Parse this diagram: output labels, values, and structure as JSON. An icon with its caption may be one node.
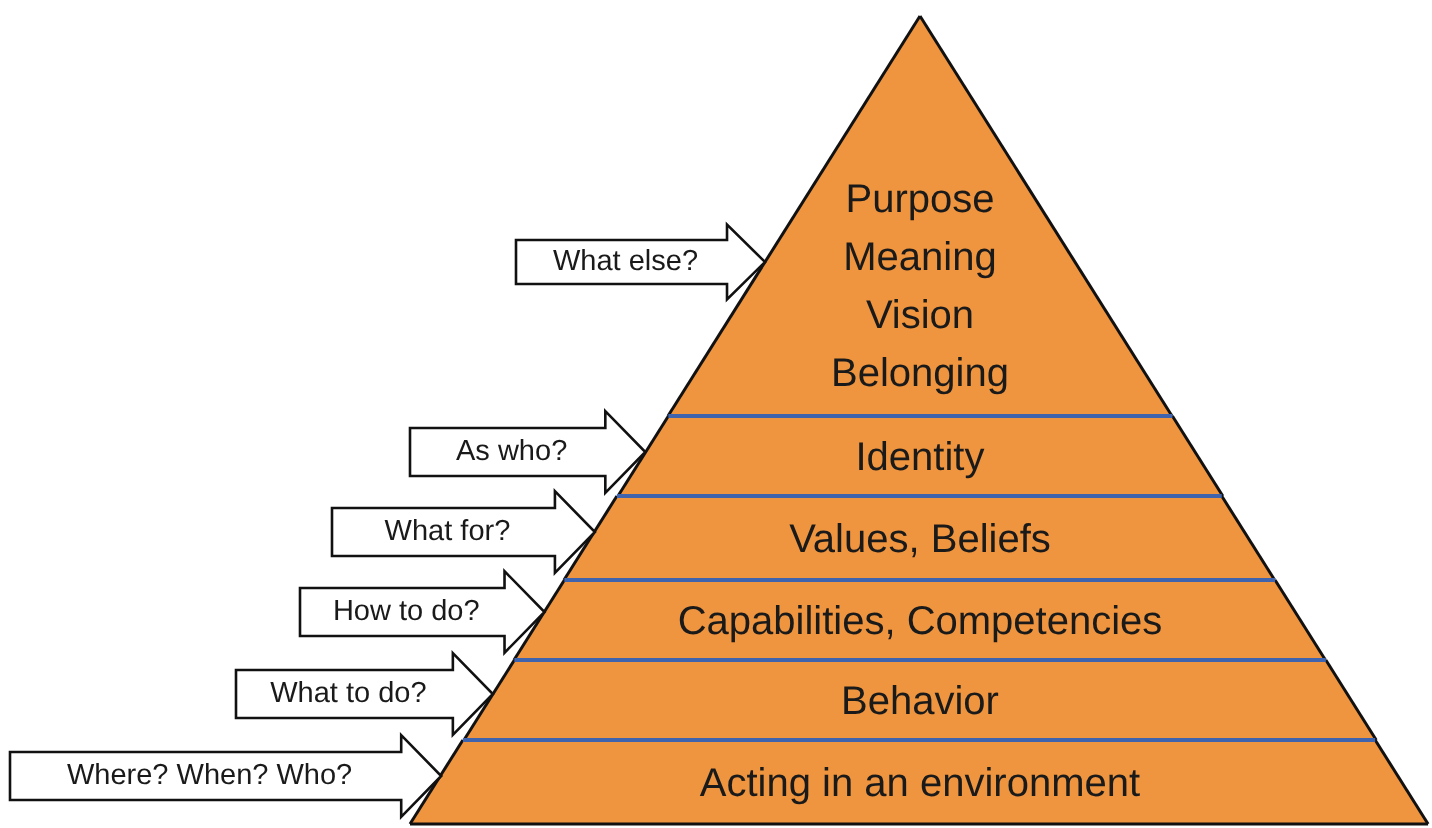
{
  "diagram": {
    "nodes": [
      {
        "text": [
          "Purpose",
          "Meaning",
          "Vision",
          "Belonging"
        ]
      },
      {
        "text": [
          "Identity"
        ]
      },
      {
        "text": [
          "Values, Beliefs"
        ]
      },
      {
        "text": [
          "Capabilities, Competencies"
        ]
      },
      {
        "text": [
          "Behavior"
        ]
      },
      {
        "text": [
          "Acting in an environment"
        ]
      }
    ],
    "edges": [
      {
        "from": null,
        "to": 0,
        "arrow": "to",
        "label": "What else?"
      },
      {
        "from": null,
        "to": 1,
        "arrow": "to",
        "label": "As who?"
      },
      {
        "from": null,
        "to": 2,
        "arrow": "to",
        "label": "What for?"
      },
      {
        "from": null,
        "to": 3,
        "arrow": "to",
        "label": "How to do?"
      },
      {
        "from": null,
        "to": 4,
        "arrow": "to",
        "label": "What to do?"
      },
      {
        "from": null,
        "to": 5,
        "arrow": "to",
        "label": "Where? When? Who?"
      }
    ]
  }
}
